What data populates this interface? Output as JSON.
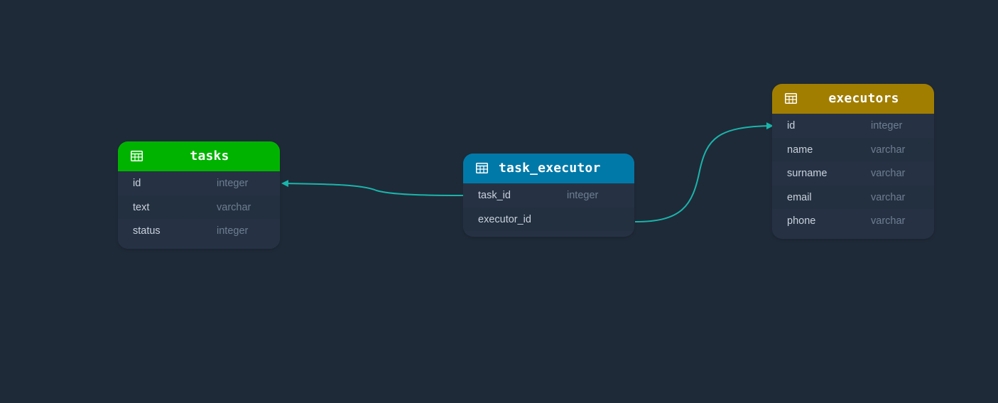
{
  "colors": {
    "background": "#1f2a38",
    "card": "#263244",
    "connector": "#19b5ab",
    "tasks_header": "#00b300",
    "task_executor_header": "#0079a8",
    "executors_header": "#a17e00"
  },
  "tables": [
    {
      "id": "tasks",
      "title": "tasks",
      "icon": "table-icon",
      "header_color": "#00b300",
      "fields": [
        {
          "name": "id",
          "type": "integer"
        },
        {
          "name": "text",
          "type": "varchar"
        },
        {
          "name": "status",
          "type": "integer"
        }
      ]
    },
    {
      "id": "task_executor",
      "title": "task_executor",
      "icon": "table-icon",
      "header_color": "#0079a8",
      "fields": [
        {
          "name": "task_id",
          "type": "integer"
        },
        {
          "name": "executor_id",
          "type": ""
        }
      ]
    },
    {
      "id": "executors",
      "title": "executors",
      "icon": "table-icon",
      "header_color": "#a17e00",
      "fields": [
        {
          "name": "id",
          "type": "integer"
        },
        {
          "name": "name",
          "type": "varchar"
        },
        {
          "name": "surname",
          "type": "varchar"
        },
        {
          "name": "email",
          "type": "varchar"
        },
        {
          "name": "phone",
          "type": "varchar"
        }
      ]
    }
  ],
  "relations": [
    {
      "from_table": "task_executor",
      "from_field": "task_id",
      "to_table": "tasks",
      "to_field": "id"
    },
    {
      "from_table": "task_executor",
      "from_field": "executor_id",
      "to_table": "executors",
      "to_field": "id"
    }
  ]
}
